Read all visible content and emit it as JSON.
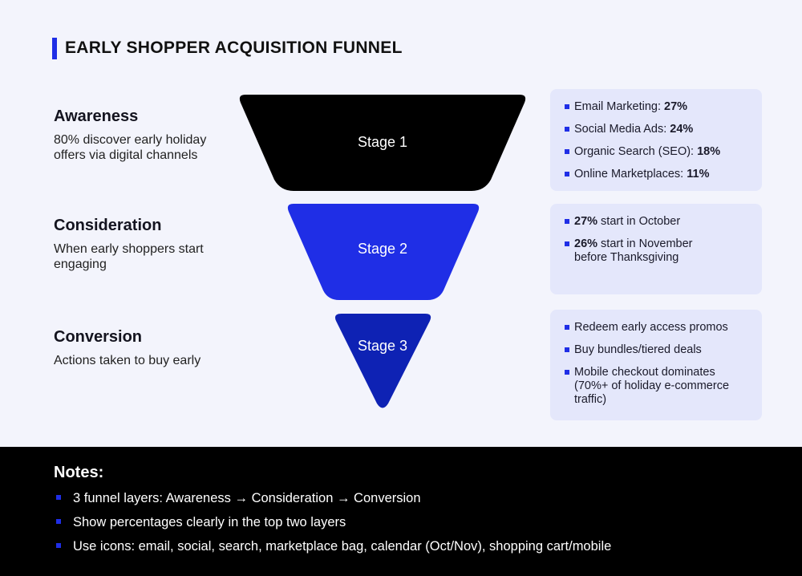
{
  "title": "EARLY SHOPPER ACQUISITION FUNNEL",
  "stages": [
    {
      "label": "Awareness",
      "description": "80% discover early holiday offers via digital channels",
      "funnel_label": "Stage 1",
      "color": "#000000",
      "details": [
        {
          "text": "Email Marketing: ",
          "value": "27%"
        },
        {
          "text": "Social Media Ads: ",
          "value": "24%"
        },
        {
          "text": "Organic Search (SEO): ",
          "value": "18%"
        },
        {
          "text": "Online Marketplaces: ",
          "value": "11%"
        }
      ]
    },
    {
      "label": "Consideration",
      "description": "When early shoppers start engaging",
      "funnel_label": "Stage 2",
      "color": "#1f2ee6",
      "details": [
        {
          "value": "27%",
          "text": " start in October"
        },
        {
          "value": "26%",
          "text": " start in November before Thanksgiving"
        }
      ]
    },
    {
      "label": "Conversion",
      "description": "Actions taken to buy early",
      "funnel_label": "Stage 3",
      "color": "#0e22b4",
      "details": [
        {
          "text": "Redeem early access promos"
        },
        {
          "text": "Buy bundles/tiered deals"
        },
        {
          "text": "Mobile checkout dominates (70%+ of holiday e-commerce traffic)"
        }
      ]
    }
  ],
  "notes": {
    "heading": "Notes:",
    "items": [
      "3 funnel layers: Awareness → Consideration → Conversion",
      "Show percentages clearly in the top two layers",
      "Use icons: email, social, search, marketplace bag, calendar (Oct/Nov), shopping cart/mobile"
    ]
  },
  "colors": {
    "accent": "#1f2ee6",
    "card_bg": "#e4e7fb",
    "page_bg": "#f3f4fc",
    "notes_bg": "#000000"
  }
}
